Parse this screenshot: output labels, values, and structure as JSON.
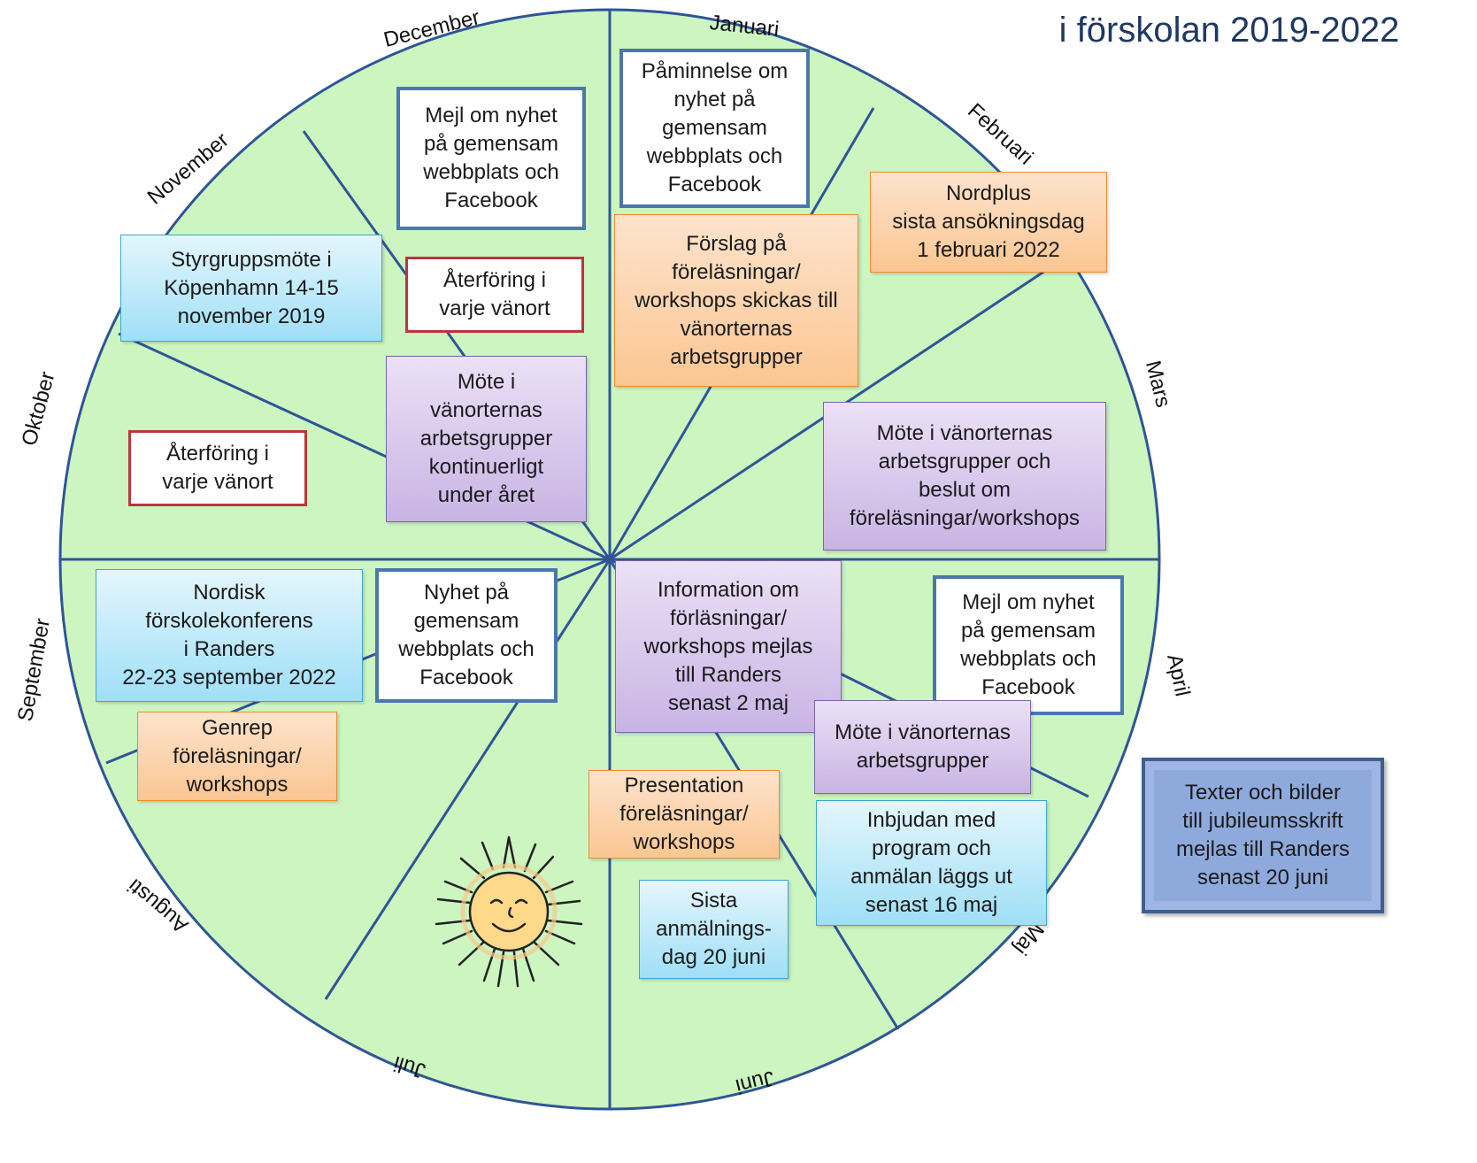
{
  "title": "Nordiskt vänortssamarbete\ni förskolan 2019-2022",
  "months": {
    "januari": "Januari",
    "februari": "Februari",
    "mars": "Mars",
    "april": "April",
    "maj": "Maj",
    "juni": "Juni",
    "juli": "Juli",
    "augusti": "Augusti",
    "september": "September",
    "oktober": "Oktober",
    "november": "November",
    "december": "December"
  },
  "colors": {
    "wheel_fill": "#ccf5c0",
    "wheel_line": "#2f5597",
    "white_border": "#4a77b0",
    "red_border": "#b9373a",
    "orange": "#fbc692",
    "purple": "#c8b4e4",
    "cyan": "#9fdff7",
    "blue": "#8eaadc"
  },
  "boxes": {
    "dec_mejl": "Mejl om nyhet\npå gemensam\nwebbplats och\nFacebook",
    "jan_paminnelse": "Påminnelse om\nnyhet på\ngemensam\nwebbplats och\nFacebook",
    "feb_nordplus": "Nordplus\nsista ansökningsdag\n1 februari 2022",
    "jan_forslag": "Förslag på\nföreläsningar/\nworkshops skickas till\nvänorternas\narbetsgrupper",
    "nov_styrgrupp": "Styrgruppsmöte i\nKöpenhamn 14-15\nnovember 2019",
    "nov_aterforing": "Återföring i\nvarje vänort",
    "center_mote": "Möte i\nvänorternas\narbetsgrupper\nkontinuerligt\nunder året",
    "okt_aterforing": "Återföring i\nvarje vänort",
    "mars_mote": "Möte i vänorternas\narbetsgrupper och\nbeslut om\nföreläsningar/workshops",
    "sep_nordisk": "Nordisk\nförskolekonferens\ni Randers\n22-23 september 2022",
    "aug_nyhet": "Nyhet på\ngemensam\nwebbplats och\nFacebook",
    "maj_information": "Information om\nförläsningar/\nworkshops mejlas\ntill Randers\nsenast 2 maj",
    "april_mejl": "Mejl om nyhet\npå gemensam\nwebbplats och\nFacebook",
    "maj_mote": "Möte i vänorternas\narbetsgrupper",
    "sep_genrep": "Genrep\nföreläsningar/\nworkshops",
    "juni_presentation": "Presentation\nföreläsningar/\nworkshops",
    "maj_inbjudan": "Inbjudan med\nprogram och\nanmälan läggs ut\nsenast 16 maj",
    "juni_sista": "Sista\nanmälnings-\ndag 20 juni",
    "texter": "Texter och bilder\ntill jubileumsskrift\nmejlas till Randers\nsenast 20 juni"
  }
}
